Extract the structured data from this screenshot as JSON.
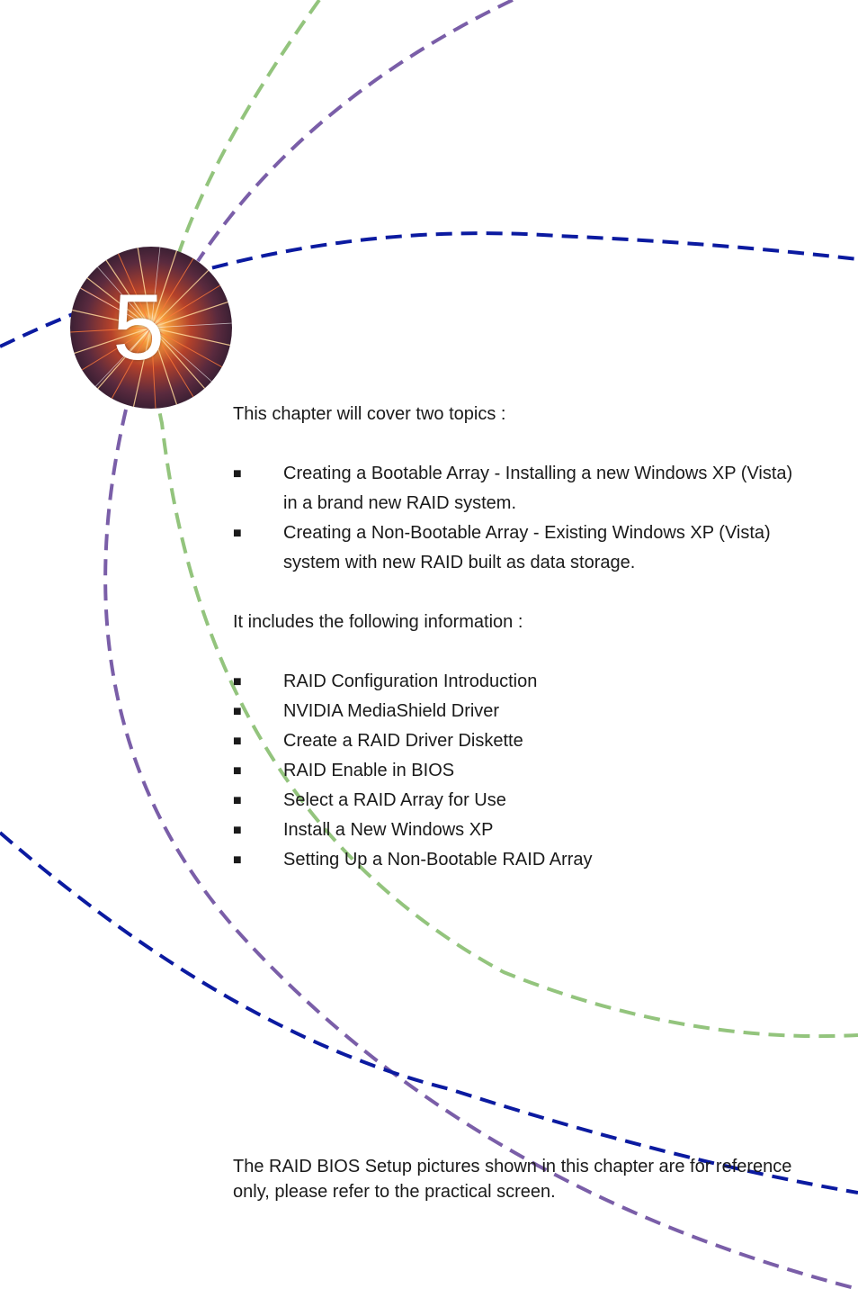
{
  "chapter": {
    "number": "5"
  },
  "intro": "This chapter will cover two topics :",
  "topics": [
    "Creating a Bootable Array - Installing a new Windows XP (Vista) in a brand new RAID system.",
    "Creating a Non-Bootable Array - Existing Windows XP (Vista) system with new RAID built as data storage."
  ],
  "info_intro": "It includes the following information :",
  "info_items": [
    "RAID Configuration Introduction",
    "NVIDIA MediaShield Driver",
    "Create a RAID Driver Diskette",
    "RAID Enable in BIOS",
    "Select a RAID Array for Use",
    "Install a New Windows XP",
    "Setting Up a Non-Bootable RAID Array"
  ],
  "bullet_glyph": "■",
  "note": "The RAID BIOS Setup pictures shown in this chapter are for reference only, please refer to the practical screen.",
  "colors": {
    "green_arc": "#93c47d",
    "purple_arc": "#7a5ea8",
    "blue_arc": "#0b1aa0",
    "text": "#1a1a1a"
  }
}
